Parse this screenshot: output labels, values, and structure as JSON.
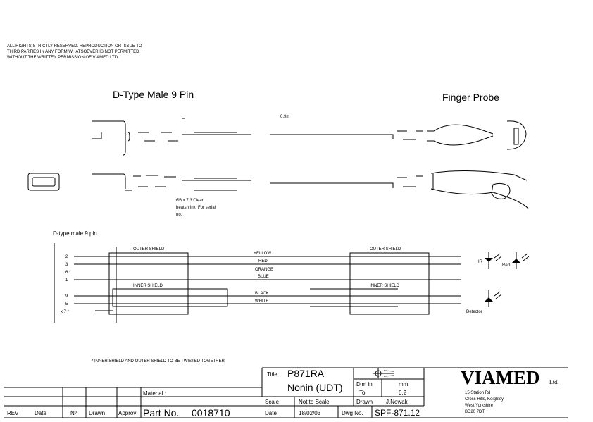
{
  "notice": [
    "ALL RIGHTS STRICTLY RESERVED. REPRODUCTION OR ISSUE TO",
    "THIRD PARTIES IN ANY FORM WHATSOEVER IS NOT PERMITTED",
    "WITHOUT THE WRITTEN PERMISSION OF VIAMED LTD."
  ],
  "drawing": {
    "left_title": "D-Type Male 9 Pin",
    "right_title": "Finger Probe",
    "length": "0.9m",
    "heatshrink_note": [
      "Ø6 x 7.3 Clear",
      "heatshrink. For serial",
      "no."
    ]
  },
  "schematic": {
    "title": "D-type male 9 pin",
    "outer_shield": "OUTER SHIELD",
    "inner_shield": "INNER SHIELD",
    "pins": [
      "2",
      "3",
      "6 *",
      "1",
      "9",
      "5",
      "x 7 *"
    ],
    "wires": [
      "YELLOW",
      "RED",
      "ORANGE",
      "BLUE",
      "BLACK",
      "WHITE"
    ],
    "ir_label": "IR",
    "red_label": "Red",
    "detector_label": "Detector",
    "footnote": "* INNER SHIELD AND OUTER SHIELD TO BE TWISTED TOGETHER."
  },
  "title_block": {
    "title_label": "Title",
    "title_line1": "P871RA",
    "title_line2": "Nonin (UDT)",
    "dim_label": "Dim in",
    "tol_label": "Tol",
    "dim_value": "mm",
    "tol_value": "0.2",
    "scale_label": "Scale",
    "scale_value": "Not to Scale",
    "drawn_label": "Drawn",
    "drawn_value": "J.Nowak",
    "date_label": "Date",
    "date_value": "18/02/03",
    "dwg_label": "Dwg No.",
    "dwg_value": "SPF-871.12",
    "material_label": "Material :",
    "part_label": "Part No.",
    "part_value": "0018710",
    "rev_headers": [
      "REV",
      "Date",
      "Nº",
      "Drawn",
      "Approv"
    ],
    "company": "VIAMED",
    "company_suffix": "Ltd.",
    "address": [
      "15 Station Rd",
      "Cross Hills, Keighley",
      "West Yorkshire",
      "BD20 7DT"
    ]
  }
}
